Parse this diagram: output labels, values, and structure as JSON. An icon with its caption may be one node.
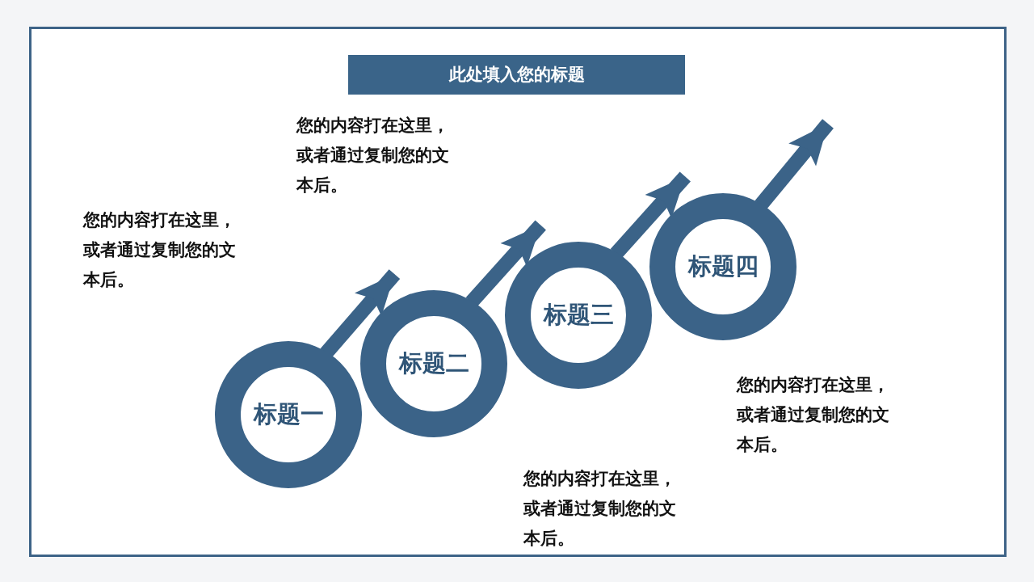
{
  "diagram": {
    "title": "此处填入您的标题",
    "nodes": [
      {
        "text": [
          "标题一"
        ]
      },
      {
        "text": [
          "标题二"
        ]
      },
      {
        "text": [
          "标题三"
        ]
      },
      {
        "text": [
          "标题四"
        ]
      }
    ],
    "edges": [
      {
        "from": 0,
        "to": 1,
        "arrow": "to"
      },
      {
        "from": 1,
        "to": 2,
        "arrow": "to"
      },
      {
        "from": 2,
        "to": 3,
        "arrow": "to"
      },
      {
        "from": 3,
        "to": null,
        "arrow": "to"
      }
    ],
    "labels": [
      "您的内容打在这里，或者通过复制您的文本后。",
      "您的内容打在这里，或者通过复制您的文本后。",
      "您的内容打在这里，或者通过复制您的文本后。",
      "您的内容打在这里，或者通过复制您的文本后。"
    ]
  }
}
